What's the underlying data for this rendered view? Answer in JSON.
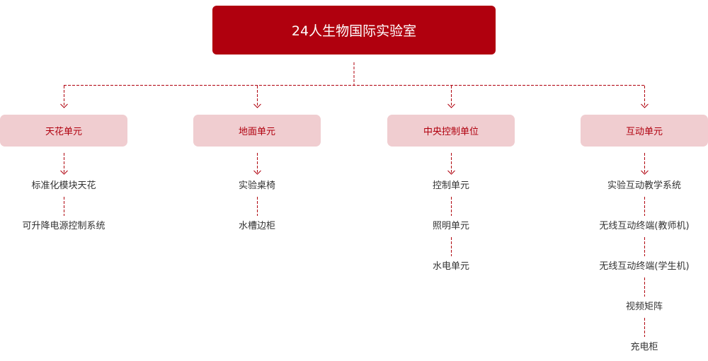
{
  "root": {
    "label": "24人生物国际实验室"
  },
  "colors": {
    "accent": "#b0000e",
    "unit_bg": "#f0cdd0",
    "text": "#333333"
  },
  "units": [
    {
      "label": "天花单元",
      "items": [
        "标准化模块天花",
        "可升降电源控制系统"
      ]
    },
    {
      "label": "地面单元",
      "items": [
        "实验桌椅",
        "水槽边柜"
      ]
    },
    {
      "label": "中央控制单位",
      "items": [
        "控制单元",
        "照明单元",
        "水电单元"
      ]
    },
    {
      "label": "互动单元",
      "items": [
        "实验互动教学系统",
        "无线互动终端(教师机)",
        "无线互动终端(学生机)",
        "视频矩阵",
        "充电柜"
      ]
    }
  ]
}
